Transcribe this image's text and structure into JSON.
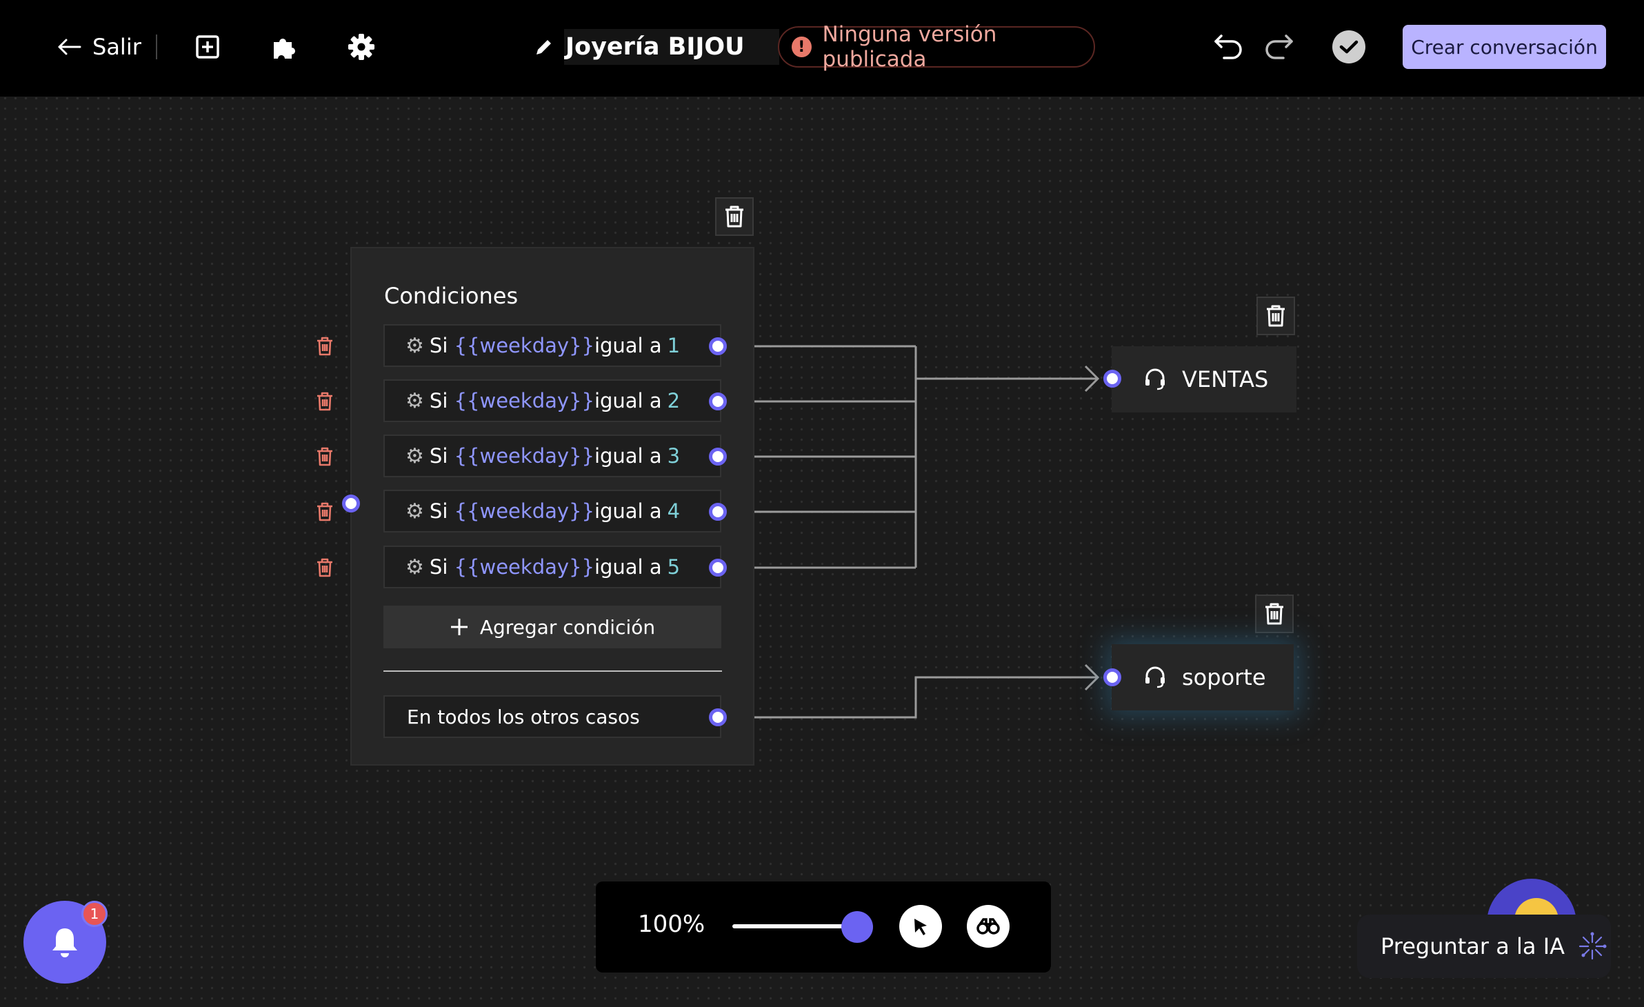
{
  "toolbar": {
    "exit_label": "Salir",
    "title": "Joyería BIJOU",
    "status": "Ninguna versión publicada",
    "create_label": "Crear conversación"
  },
  "colors": {
    "accent": "#6b63f2",
    "create_button": "#b9b3ff",
    "status_text": "#f0a89e",
    "delete_icon": "#e8796a",
    "variable_text": "#8f96ff",
    "value_text": "#7fd0d8"
  },
  "icons": {
    "exit": "arrow-left-icon",
    "add": "plus-square-icon",
    "plugins": "puzzle-icon",
    "settings": "gear-icon",
    "edit": "pencil-icon",
    "undo": "undo-icon",
    "redo": "redo-icon",
    "check": "check-circle-icon",
    "delete": "trash-icon",
    "agent": "headset-icon",
    "pointer": "cursor-icon",
    "explore": "binoculars-icon",
    "notifications": "bell-icon",
    "ai": "sparkle-icon"
  },
  "condition_node": {
    "title": "Condiciones",
    "conditions": [
      {
        "prefix": "Si",
        "variable": "{{weekday}}",
        "operator": "igual a",
        "value": "1"
      },
      {
        "prefix": "Si",
        "variable": "{{weekday}}",
        "operator": "igual a",
        "value": "2"
      },
      {
        "prefix": "Si",
        "variable": "{{weekday}}",
        "operator": "igual a",
        "value": "3"
      },
      {
        "prefix": "Si",
        "variable": "{{weekday}}",
        "operator": "igual a",
        "value": "4"
      },
      {
        "prefix": "Si",
        "variable": "{{weekday}}",
        "operator": "igual a",
        "value": "5"
      }
    ],
    "add_label": "Agregar condición",
    "else_label": "En todos los otros casos"
  },
  "targets": [
    {
      "label": "VENTAS"
    },
    {
      "label": "soporte"
    }
  ],
  "zoom": {
    "label": "100%",
    "level": 100
  },
  "notifications": {
    "count": "1"
  },
  "ai": {
    "label": "Preguntar a la IA"
  }
}
